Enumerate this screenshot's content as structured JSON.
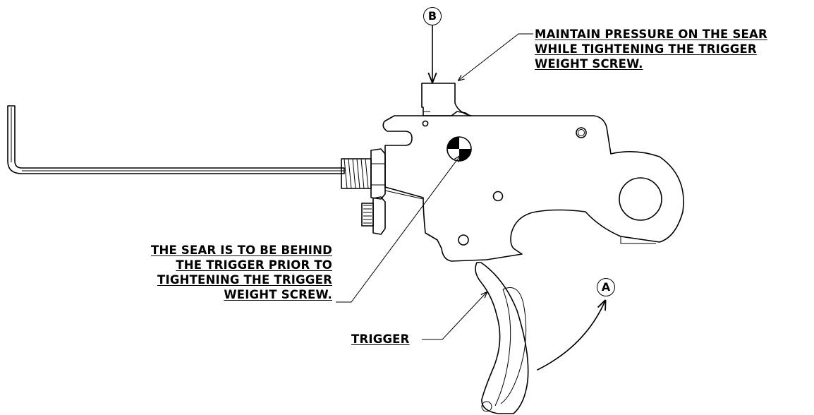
{
  "callouts": {
    "a": "A",
    "b": "B"
  },
  "labels": {
    "sear_pressure": [
      "MAINTAIN PRESSURE ON THE SEAR",
      "WHILE TIGHTENING THE TRIGGER",
      "WEIGHT SCREW."
    ],
    "sear_behind": [
      "THE SEAR IS TO BE BEHIND",
      "THE TRIGGER PRIOR TO",
      "TIGHTENING THE TRIGGER",
      "WEIGHT SCREW."
    ],
    "trigger": "TRIGGER"
  }
}
